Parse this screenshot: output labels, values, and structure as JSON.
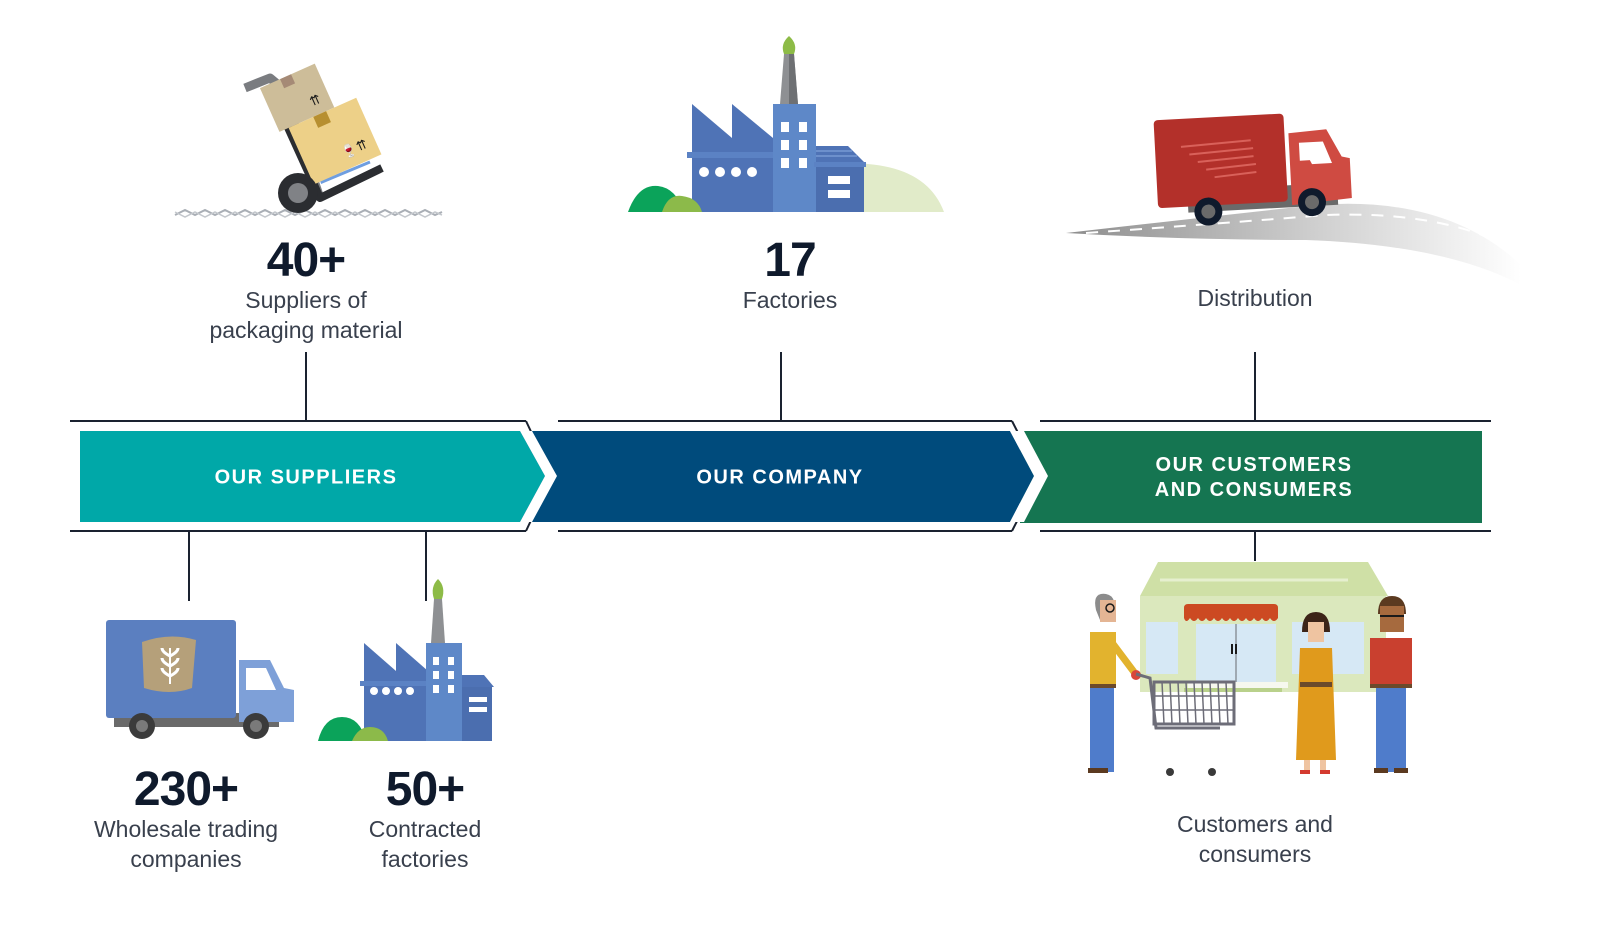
{
  "stages": [
    {
      "id": "suppliers",
      "label": "OUR SUPPLIERS",
      "color": "#00a8a8"
    },
    {
      "id": "company",
      "label": "OUR COMPANY",
      "color": "#004b7c"
    },
    {
      "id": "customers",
      "label": "OUR CUSTOMERS\nAND CONSUMERS",
      "color": "#157551"
    }
  ],
  "top_stats": [
    {
      "value": "40+",
      "label": "Suppliers of\npackaging material",
      "icon": "hand-truck-boxes-icon"
    },
    {
      "value": "17",
      "label": "Factories",
      "icon": "factory-icon"
    },
    {
      "value": "",
      "label": "Distribution",
      "icon": "delivery-truck-icon"
    }
  ],
  "bottom_stats": [
    {
      "value": "230+",
      "label": "Wholesale trading\ncompanies",
      "icon": "grain-truck-icon"
    },
    {
      "value": "50+",
      "label": "Contracted\nfactories",
      "icon": "factory-icon"
    },
    {
      "value": "",
      "label": "Customers and\nconsumers",
      "icon": "shop-customers-icon"
    }
  ],
  "colors": {
    "teal": "#00a8a8",
    "navy": "#004b7c",
    "green": "#157551",
    "factory_blue": "#5b82c4",
    "truck_red": "#b3302a",
    "text_dark": "#0f1a2c"
  }
}
